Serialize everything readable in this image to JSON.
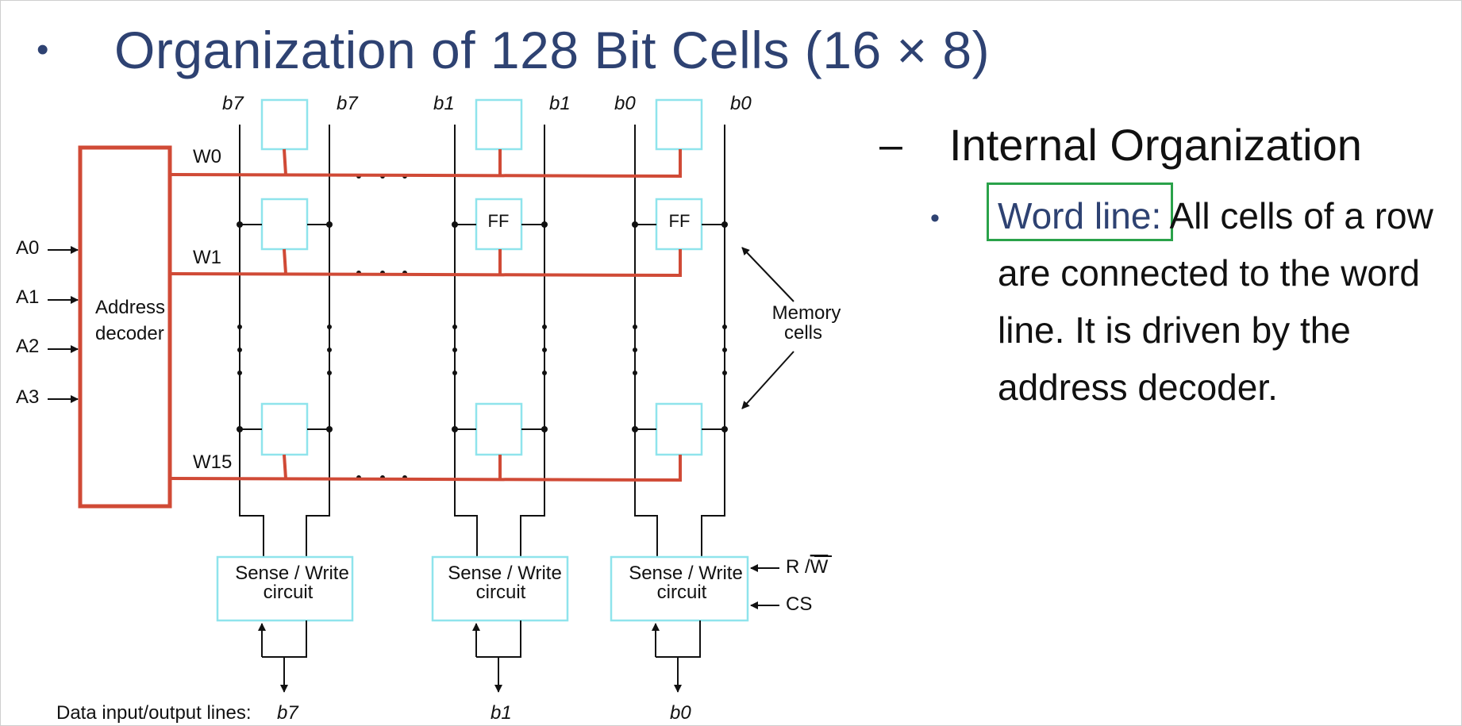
{
  "slide": {
    "title_bullet": "•",
    "title": "Organization of 128 Bit Cells (16 × 8)",
    "sub_dash": "–",
    "subtitle": "Internal Organization",
    "bullet": "•",
    "keyword": "Word line:",
    "text": " All cells of a row are connected to the word line. It is driven by the address decoder."
  },
  "diagram": {
    "decoder_label_1": "Address",
    "decoder_label_2": "decoder",
    "address_inputs": [
      "A0",
      "A1",
      "A2",
      "A3"
    ],
    "word_lines": [
      "W0",
      "W1",
      "W15"
    ],
    "bit_labels": [
      "b7",
      "b7",
      "b1",
      "b1",
      "b0",
      "b0"
    ],
    "ff_label": "FF",
    "memory_cells_1": "Memory",
    "memory_cells_2": "cells",
    "sense_write_1": "Sense / Write",
    "sense_write_2": "circuit",
    "rw_label": "R /",
    "rw_w": "W",
    "cs_label": "CS",
    "data_lines_label": "Data input/output lines:",
    "data_bits": [
      "b7",
      "b1",
      "b0"
    ]
  },
  "colors": {
    "title": "#2e4272",
    "word_line": "#d04a36",
    "cell_border": "#8fe4ec",
    "highlight": "#2aa24a"
  }
}
